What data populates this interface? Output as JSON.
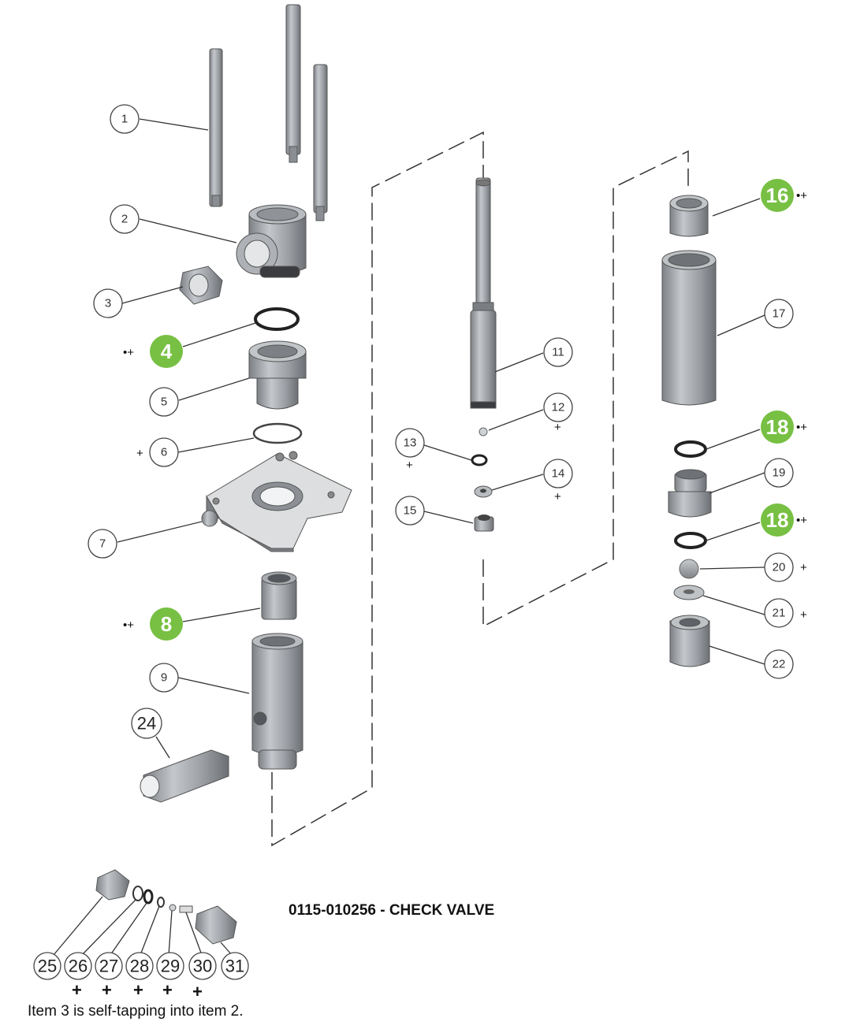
{
  "title": "0115-010256 - CHECK VALVE",
  "footnote": "Item 3 is self-tapping into item 2.",
  "colors": {
    "highlight": "#77c043",
    "part": "#9ea1a6",
    "part_dark": "#6f7378",
    "line": "#333333"
  },
  "callouts": [
    {
      "id": "1",
      "text": "1",
      "mark": ""
    },
    {
      "id": "2",
      "text": "2",
      "mark": ""
    },
    {
      "id": "3",
      "text": "3",
      "mark": ""
    },
    {
      "id": "4",
      "text": "4",
      "mark": "•+"
    },
    {
      "id": "5",
      "text": "5",
      "mark": ""
    },
    {
      "id": "6",
      "text": "6",
      "mark": "+"
    },
    {
      "id": "7",
      "text": "7",
      "mark": ""
    },
    {
      "id": "8",
      "text": "8",
      "mark": "•+"
    },
    {
      "id": "9",
      "text": "9",
      "mark": ""
    },
    {
      "id": "11",
      "text": "11",
      "mark": ""
    },
    {
      "id": "12",
      "text": "12",
      "mark": "+"
    },
    {
      "id": "13",
      "text": "13",
      "mark": "+"
    },
    {
      "id": "14",
      "text": "14",
      "mark": "+"
    },
    {
      "id": "15",
      "text": "15",
      "mark": ""
    },
    {
      "id": "16",
      "text": "16",
      "mark": "•+"
    },
    {
      "id": "17",
      "text": "17",
      "mark": ""
    },
    {
      "id": "18a",
      "text": "18",
      "mark": "•+"
    },
    {
      "id": "19",
      "text": "19",
      "mark": ""
    },
    {
      "id": "18b",
      "text": "18",
      "mark": "•+"
    },
    {
      "id": "20",
      "text": "20",
      "mark": "+"
    },
    {
      "id": "21",
      "text": "21",
      "mark": "+"
    },
    {
      "id": "22",
      "text": "22",
      "mark": ""
    },
    {
      "id": "24",
      "text": "24",
      "mark": ""
    },
    {
      "id": "25",
      "text": "25",
      "mark": ""
    },
    {
      "id": "26",
      "text": "26",
      "mark": "+"
    },
    {
      "id": "27",
      "text": "27",
      "mark": "+"
    },
    {
      "id": "28",
      "text": "28",
      "mark": "+"
    },
    {
      "id": "29",
      "text": "29",
      "mark": "+"
    },
    {
      "id": "30",
      "text": "30",
      "mark": "+"
    },
    {
      "id": "31",
      "text": "31",
      "mark": ""
    }
  ]
}
